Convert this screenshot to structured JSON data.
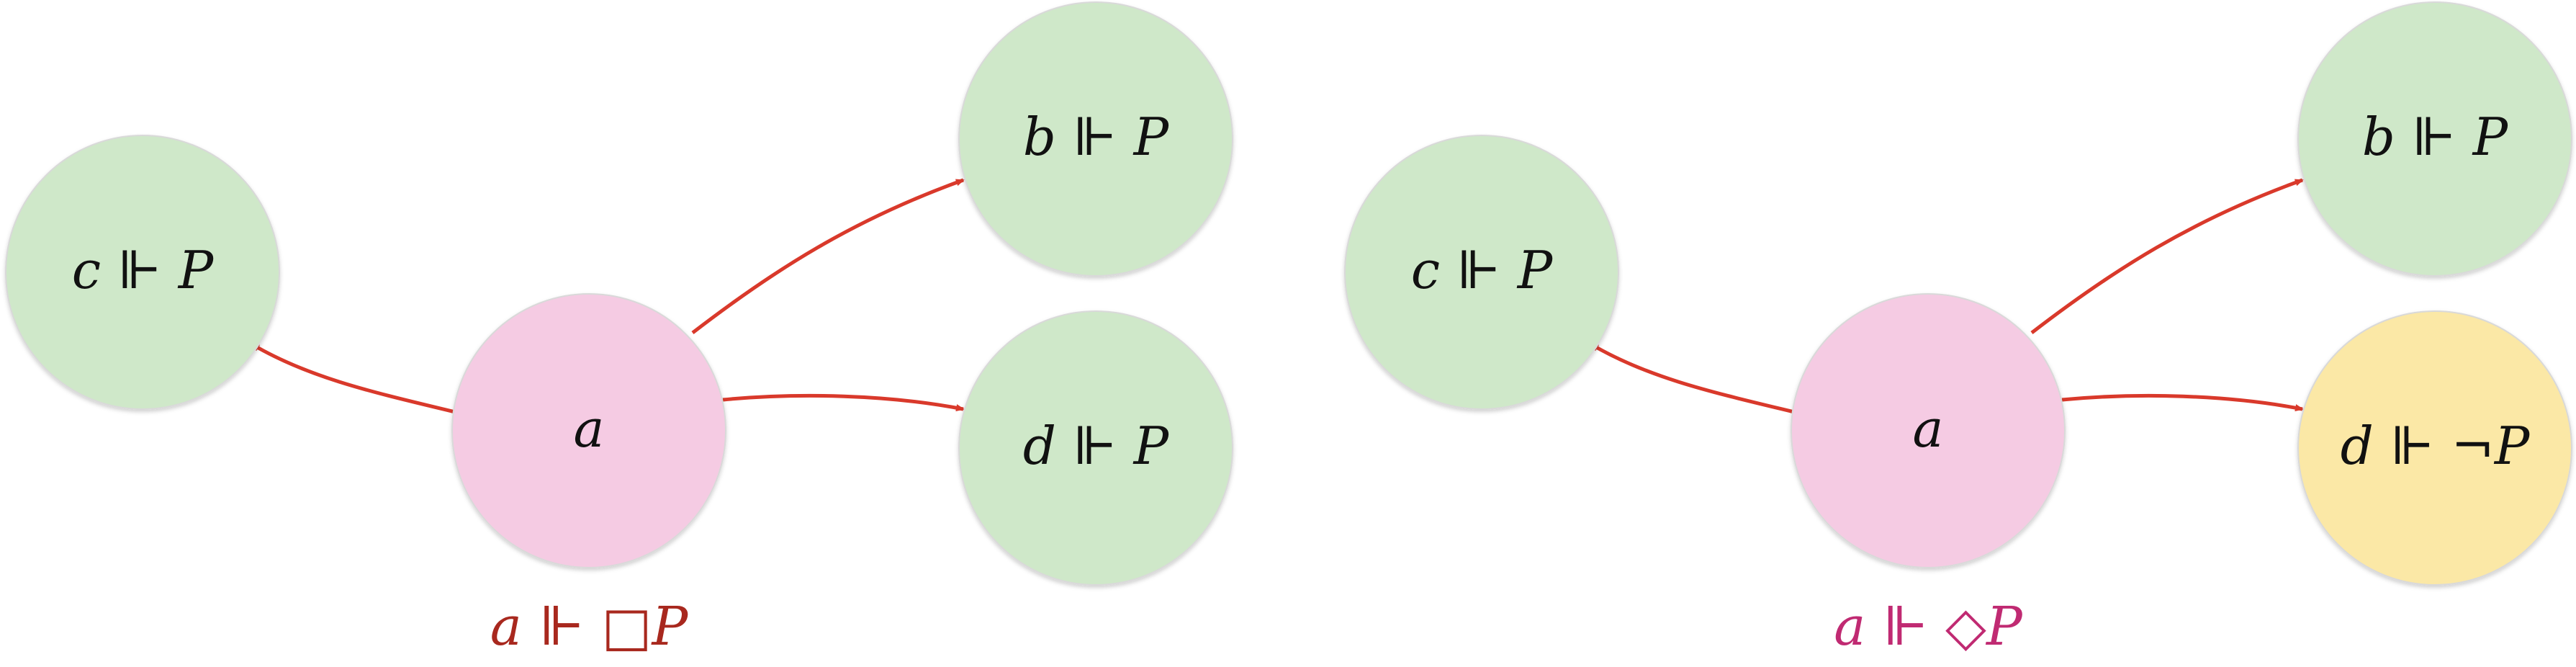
{
  "colors": {
    "world_true": "#cfe8c9",
    "world_false": "#fbe8a6",
    "world_root": "#f5cbe3",
    "edge": "#d9392b",
    "caption_box": "#a8281e",
    "caption_diamond": "#c02a72",
    "circle_stroke": "#d9d9d9"
  },
  "diagrams": [
    {
      "nodes": {
        "a": {
          "label": "a"
        },
        "b": {
          "label": "b ⊩ P"
        },
        "c": {
          "label": "c ⊩ P"
        },
        "d": {
          "label": "d ⊩ P"
        }
      },
      "caption": "a ⊩ □P"
    },
    {
      "nodes": {
        "a": {
          "label": "a"
        },
        "b": {
          "label": "b ⊩ P"
        },
        "c": {
          "label": "c ⊩ P"
        },
        "d": {
          "label": "d ⊩ ¬P"
        }
      },
      "caption": "a ⊩ ◇P"
    }
  ]
}
